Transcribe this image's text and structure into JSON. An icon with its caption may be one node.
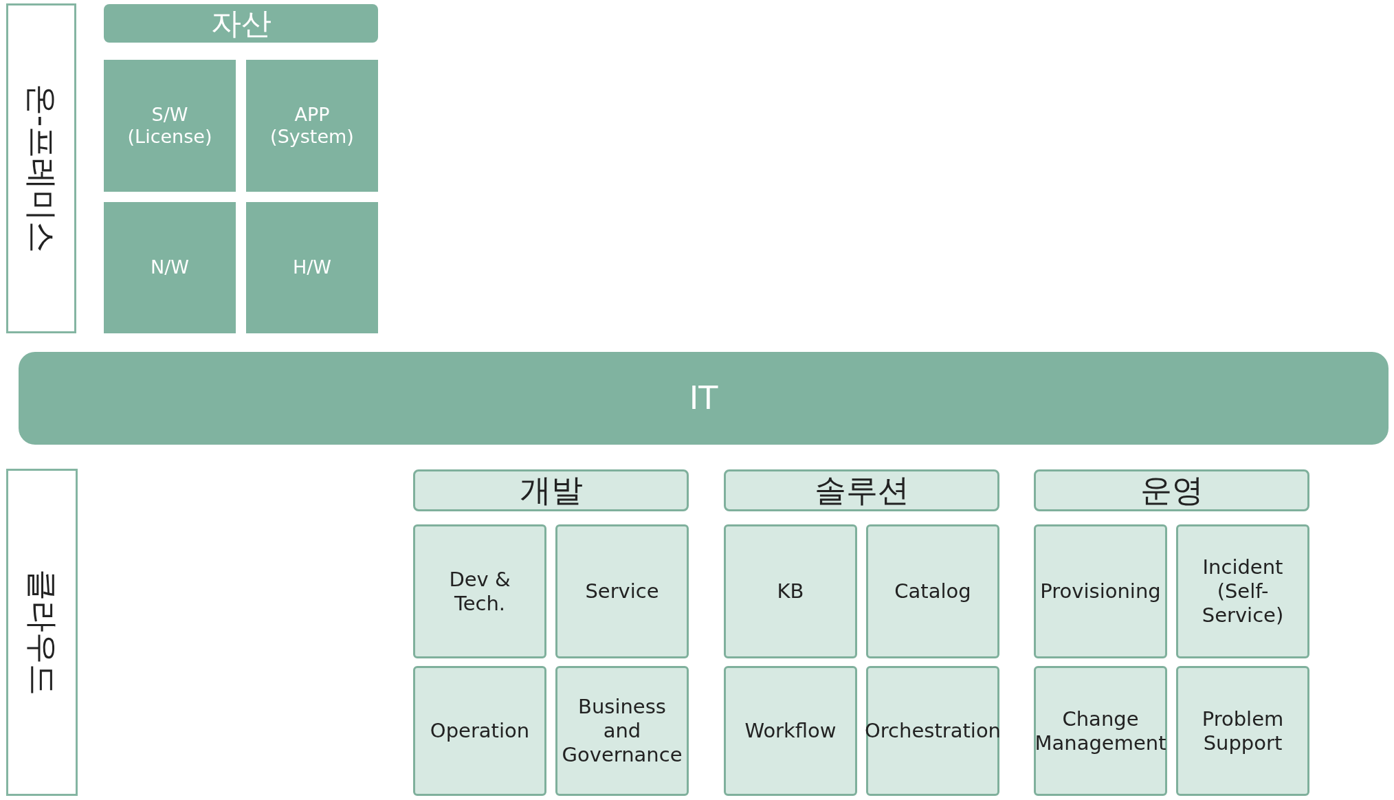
{
  "diagram": {
    "nodes": [
      {
        "text": [
          "온-프레미스"
        ]
      },
      {
        "text": [
          "자산"
        ]
      },
      {
        "text": [
          "S/W (License)"
        ]
      },
      {
        "text": [
          "APP (System)"
        ]
      },
      {
        "text": [
          "N/W"
        ]
      },
      {
        "text": [
          "H/W"
        ]
      },
      {
        "text": [
          "IT"
        ]
      },
      {
        "text": [
          "클라우드"
        ]
      },
      {
        "text": [
          "개발"
        ]
      },
      {
        "text": [
          "솔루션"
        ]
      },
      {
        "text": [
          "운영"
        ]
      },
      {
        "text": [
          "Dev & Tech."
        ]
      },
      {
        "text": [
          "Service"
        ]
      },
      {
        "text": [
          "KB"
        ]
      },
      {
        "text": [
          "Catalog"
        ]
      },
      {
        "text": [
          "Provisioning"
        ]
      },
      {
        "text": [
          "Incident (Self-Service)"
        ]
      },
      {
        "text": [
          "Operation"
        ]
      },
      {
        "text": [
          "Business and Governance"
        ]
      },
      {
        "text": [
          "Workflow"
        ]
      },
      {
        "text": [
          "Orchestration"
        ]
      },
      {
        "text": [
          "Change Management"
        ]
      },
      {
        "text": [
          "Problem Support"
        ]
      }
    ]
  }
}
